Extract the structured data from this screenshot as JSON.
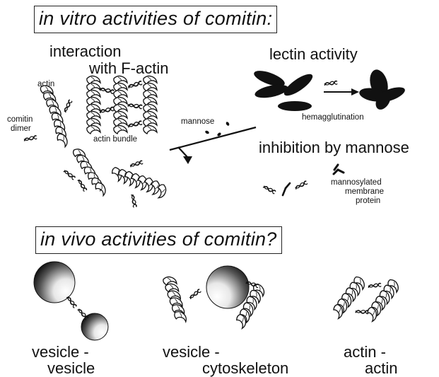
{
  "titles": {
    "in_vitro": "in vitro activities of comitin:",
    "in_vivo": "in vivo activities of comitin?"
  },
  "sections": {
    "f_actin_line1": "interaction",
    "f_actin_line2": "with F-actin",
    "lectin": "lectin activity",
    "inhibition": "inhibition by mannose"
  },
  "labels": {
    "actin": "actin",
    "comitin_line1": "comitin",
    "comitin_line2": "dimer",
    "actin_bundle": "actin bundle",
    "mannose": "mannose",
    "hemagglutination": "hemagglutination",
    "mannosylated_line1": "mannosylated",
    "mannosylated_line2": "membrane",
    "mannosylated_line3": "protein"
  },
  "bottom_labels": {
    "vv_line1": "vesicle -",
    "vv_line2": "vesicle",
    "vc_line1": "vesicle -",
    "vc_line2": "cytoskeleton",
    "aa_line1": "actin -",
    "aa_line2": "actin"
  },
  "colors": {
    "ink": "#111111",
    "background": "#ffffff"
  }
}
